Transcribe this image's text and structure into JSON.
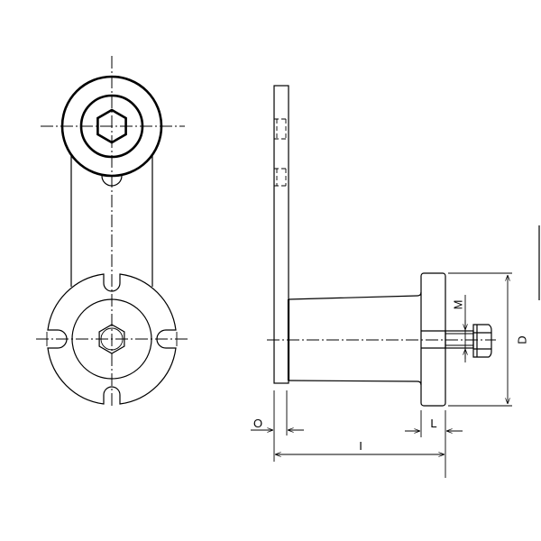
{
  "drawing": {
    "dimension_labels": {
      "O": "O",
      "L": "L",
      "I": "I",
      "D": "D",
      "M": "M"
    },
    "line_color": "#000000",
    "background": "#ffffff"
  }
}
